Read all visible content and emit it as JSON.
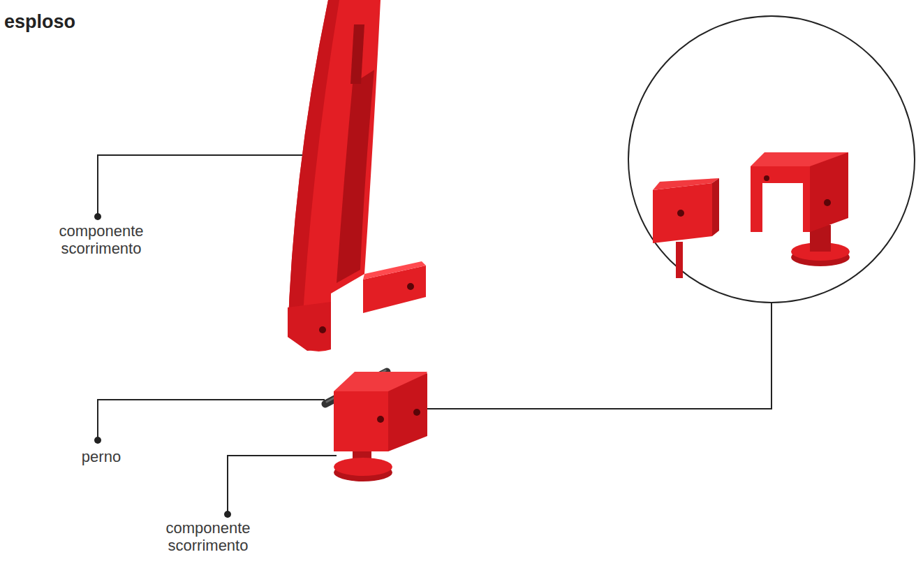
{
  "diagram": {
    "title": "esploso",
    "labels": [
      "componente scorrimento",
      "perno",
      "componente scorrimento"
    ]
  }
}
